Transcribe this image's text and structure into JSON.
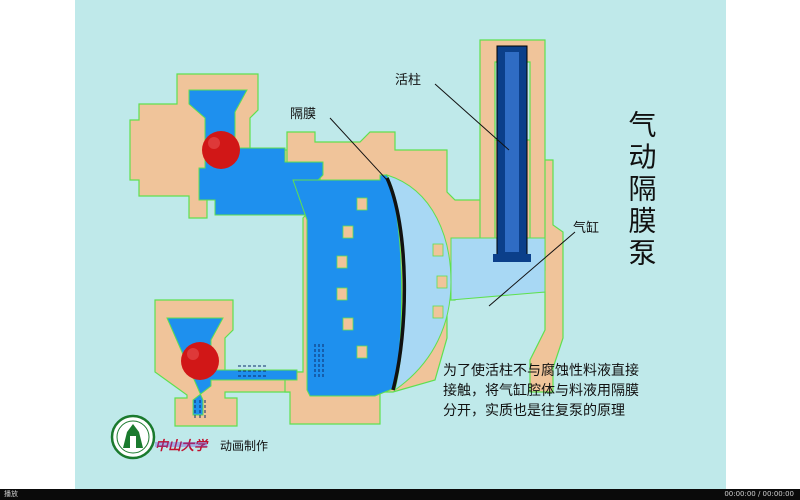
{
  "diagram": {
    "title": "气动隔膜泵",
    "labels": {
      "piston": "活柱",
      "diaphragm": "隔膜",
      "cylinder": "气缸"
    },
    "description": [
      "为了使活柱不与腐蚀性料液直接",
      "接触，将气缸腔体与料液用隔膜",
      "分开，实质也是往复泵的原理"
    ],
    "credit": {
      "school": "中山大学",
      "maker": "动画制作"
    },
    "colors": {
      "background": "#bfe9ea",
      "casing": "#f0c49a",
      "liquid": "#1e90ee",
      "chamber_light": "#a8d8f4",
      "valve_ball": "#d11717",
      "piston": "#0b3f8a",
      "outline": "#5fe04f"
    }
  },
  "player": {
    "play_label": "播放",
    "time": "00:00:00 / 00:00:00"
  }
}
